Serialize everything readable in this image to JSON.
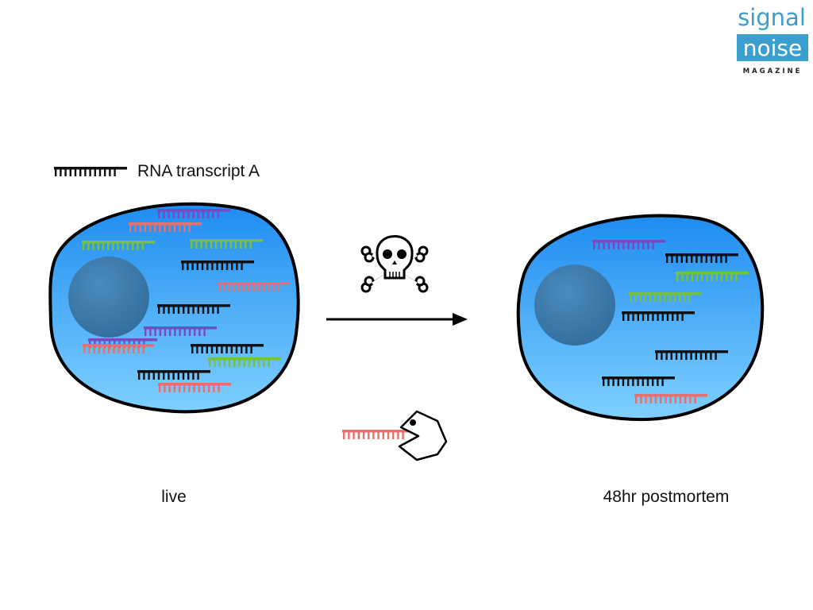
{
  "logo": {
    "line1": "signal",
    "line2": "noise",
    "line3": "MAGAZINE",
    "colors": {
      "text": "#3a9fcf",
      "box": "#3a9fcf",
      "box_text": "#ffffff",
      "sub": "#222222"
    }
  },
  "legend": {
    "label": "RNA transcript A",
    "icon": "rna-comb-icon"
  },
  "panels": {
    "left_caption": "live",
    "right_caption": "48hr postmortem"
  },
  "icons": {
    "death": "skull-crossbones-icon",
    "degradation": "pacman-chomp-icon",
    "arrow": "right-arrow-icon"
  },
  "colors": {
    "cell_top": "#1e8cf0",
    "cell_bottom": "#7fd0ff",
    "nucleus": "#3f7fb0",
    "rna_black": "#111111",
    "rna_purple": "#7a49c2",
    "rna_salmon": "#e8706a",
    "rna_green": "#76c043"
  }
}
